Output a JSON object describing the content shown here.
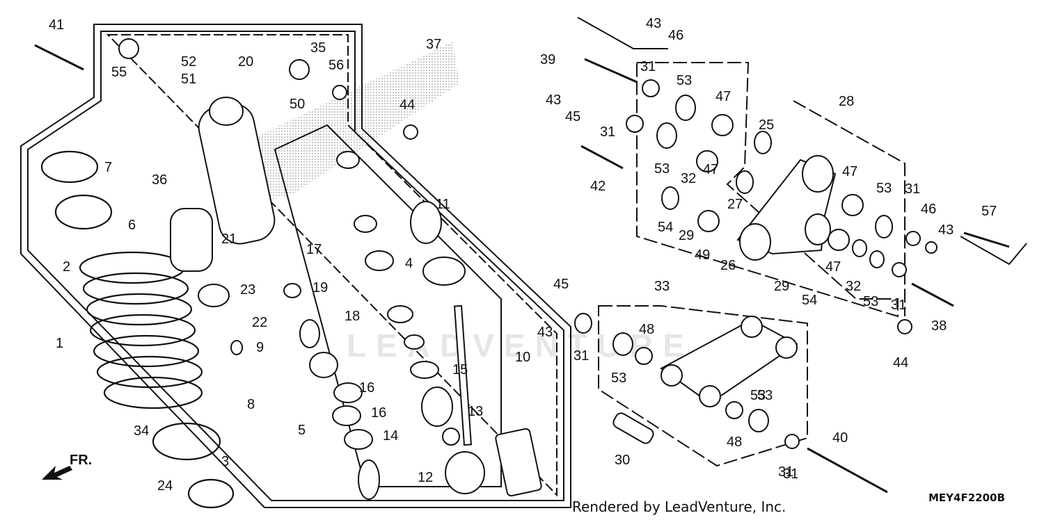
{
  "diagram_code": "MEY4F2200B",
  "credit": "Rendered by LeadVenture, Inc.",
  "watermark": "LEADVENTURE",
  "direction_label": "FR.",
  "callouts": [
    "1",
    "2",
    "3",
    "4",
    "5",
    "6",
    "7",
    "8",
    "9",
    "10",
    "11",
    "12",
    "13",
    "14",
    "15",
    "16",
    "16",
    "17",
    "18",
    "19",
    "20",
    "21",
    "22",
    "23",
    "24",
    "25",
    "26",
    "27",
    "28",
    "29",
    "29",
    "30",
    "31",
    "31",
    "31",
    "31",
    "31",
    "31",
    "31",
    "32",
    "32",
    "33",
    "34",
    "35",
    "36",
    "37",
    "38",
    "39",
    "40",
    "41",
    "42",
    "43",
    "43",
    "43",
    "43",
    "44",
    "44",
    "45",
    "45",
    "46",
    "46",
    "47",
    "47",
    "47",
    "47",
    "48",
    "48",
    "49",
    "50",
    "51",
    "52",
    "53",
    "53",
    "53",
    "53",
    "53",
    "53",
    "53",
    "54",
    "54",
    "55",
    "56",
    "57"
  ]
}
